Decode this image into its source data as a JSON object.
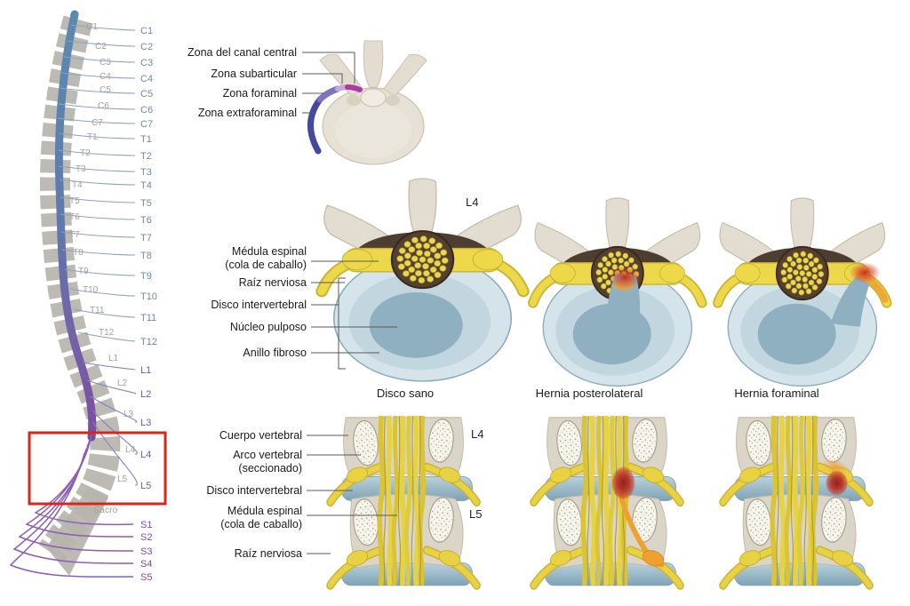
{
  "spine": {
    "cervical": [
      "C1",
      "C2",
      "C3",
      "C4",
      "C5",
      "C6",
      "C7"
    ],
    "thoracic": [
      "T1",
      "T2",
      "T3",
      "T4",
      "T5",
      "T6",
      "T7",
      "T8",
      "T9",
      "T10",
      "T11",
      "T12"
    ],
    "lumbar": [
      "L1",
      "L2",
      "L3",
      "L4",
      "L5"
    ],
    "sacral": [
      "S1",
      "S2",
      "S3",
      "S4",
      "S5"
    ],
    "sacrum_label": "Sacro"
  },
  "zones": {
    "labels": [
      "Zona del canal central",
      "Zona subarticular",
      "Zona foraminal",
      "Zona extraforaminal"
    ]
  },
  "axial": {
    "level": "L4",
    "labels": {
      "medula_1": "Médula espinal",
      "medula_2": "(cola de caballo)",
      "raiz": "Raíz nerviosa",
      "disco": "Disco intervertebral",
      "nucleo": "Núcleo pulposo",
      "anillo": "Anillo fibroso"
    }
  },
  "captions": [
    "Disco sano",
    "Hernia posterolateral",
    "Hernia foraminal"
  ],
  "coronal": {
    "level_top": "L4",
    "level_bottom": "L5",
    "labels": {
      "cuerpo": "Cuerpo vertebral",
      "arco_1": "Arco vertebral",
      "arco_2": "(seccionado)",
      "disco": "Disco intervertebral",
      "medula_1": "Médula espinal",
      "medula_2": "(cola de caballo)",
      "raiz": "Raíz nerviosa"
    }
  },
  "colors": {
    "cervical_label": "#6F8AA6",
    "thoracic_label": "#6F8AA6",
    "lumbar_label": "#5D61A9",
    "sacral_label": "#7C4BA0",
    "inline_gray": "#A3A09B",
    "cord_blue": "#5A8BB0",
    "cord_purple": "#7C4BA0",
    "highlight_red": "#D9261B",
    "nerve_yellow": "#EDD84A",
    "bone_beige": "#E3DDD1",
    "disc_blue": "#C2D6E0",
    "nucleus_blue": "#8FB0C0",
    "hernia_red": "#C0392B",
    "inflamed_orange": "#F0A030"
  }
}
